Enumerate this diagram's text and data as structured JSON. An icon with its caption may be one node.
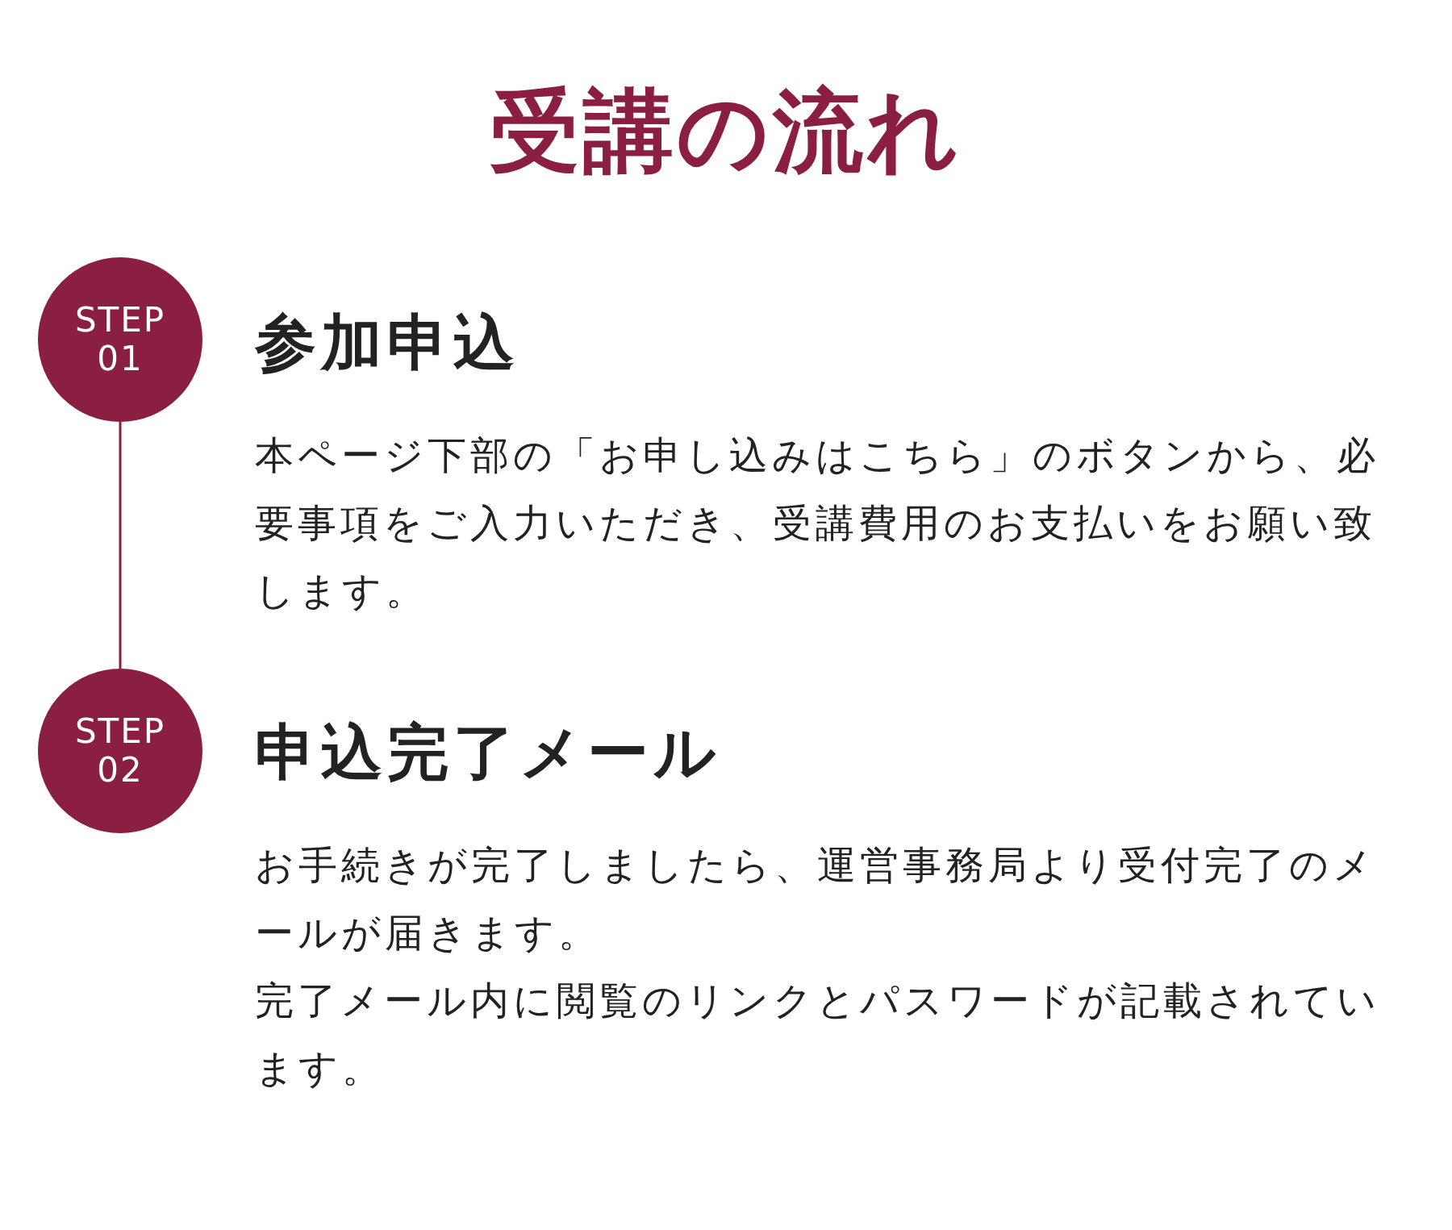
{
  "diagram": {
    "title": "受講の流れ",
    "nodes": [
      {
        "text": [
          "STEP 01"
        ],
        "beside": [
          "参加申込",
          "本ページ下部の「お申し込みはこちら」のボタンから、必要事項をご入力いただき、受講費用のお支払いをお願い致します。"
        ]
      },
      {
        "text": [
          "STEP 02"
        ],
        "beside": [
          "申込完了メール",
          "お手続きが完了しましたら、運営事務局より受付完了のメールが届きます。",
          "完了メール内に閲覧のリンクとパスワードが記載されています。"
        ]
      }
    ],
    "edges": [
      {
        "from": 0,
        "to": 1,
        "arrow": "none"
      }
    ]
  }
}
